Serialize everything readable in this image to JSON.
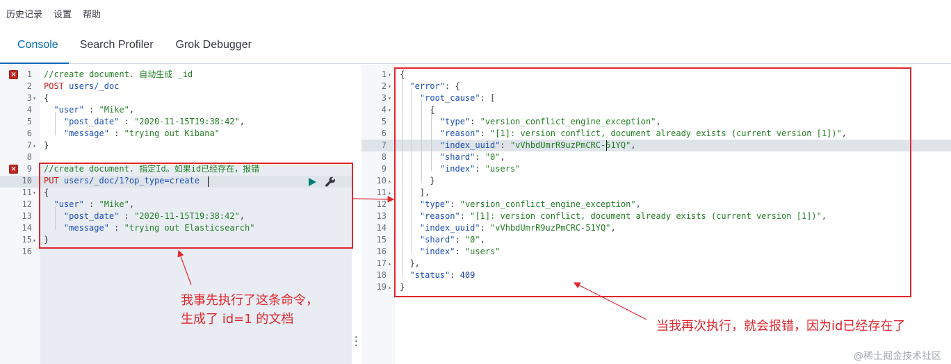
{
  "menu": [
    "历史记录",
    "设置",
    "帮助"
  ],
  "tabs": [
    "Console",
    "Search Profiler",
    "Grok Debugger"
  ],
  "request_lines": [
    {
      "num": "1",
      "fold": "",
      "err": true,
      "parts": [
        [
          "c-comment",
          "//create document. 自动生成 _id"
        ]
      ]
    },
    {
      "num": "2",
      "fold": "",
      "err": false,
      "parts": [
        [
          "c-method",
          "POST"
        ],
        [
          "c-pun",
          " "
        ],
        [
          "c-url",
          "users/_doc"
        ]
      ]
    },
    {
      "num": "3",
      "fold": "▾",
      "err": false,
      "parts": [
        [
          "c-pun",
          "{"
        ]
      ]
    },
    {
      "num": "4",
      "fold": "",
      "err": false,
      "parts": [
        [
          "c-pun",
          "  "
        ],
        [
          "c-key",
          "\"user\""
        ],
        [
          "c-pun",
          " : "
        ],
        [
          "c-str",
          "\"Mike\""
        ],
        [
          "c-pun",
          ","
        ]
      ]
    },
    {
      "num": "5",
      "fold": "",
      "err": false,
      "parts": [
        [
          "c-pun",
          "    "
        ],
        [
          "c-key",
          "\"post_date\""
        ],
        [
          "c-pun",
          " : "
        ],
        [
          "c-str",
          "\"2020-11-15T19:38:42\""
        ],
        [
          "c-pun",
          ","
        ]
      ]
    },
    {
      "num": "6",
      "fold": "",
      "err": false,
      "parts": [
        [
          "c-pun",
          "    "
        ],
        [
          "c-key",
          "\"message\""
        ],
        [
          "c-pun",
          " : "
        ],
        [
          "c-str",
          "\"trying out Kibana\""
        ]
      ]
    },
    {
      "num": "7",
      "fold": "▴",
      "err": false,
      "parts": [
        [
          "c-pun",
          "}"
        ]
      ]
    },
    {
      "num": "8",
      "fold": "",
      "err": false,
      "parts": []
    },
    {
      "num": "9",
      "fold": "",
      "err": true,
      "parts": [
        [
          "c-comment",
          "//create document. 指定Id。如果id已经存在，报错"
        ]
      ]
    },
    {
      "num": "10",
      "fold": "",
      "err": false,
      "parts": [
        [
          "c-method",
          "PUT"
        ],
        [
          "c-pun",
          " "
        ],
        [
          "c-url",
          "users/_doc/1?op_type=create"
        ]
      ]
    },
    {
      "num": "11",
      "fold": "▾",
      "err": false,
      "parts": [
        [
          "c-pun",
          "{"
        ]
      ]
    },
    {
      "num": "12",
      "fold": "",
      "err": false,
      "parts": [
        [
          "c-pun",
          "  "
        ],
        [
          "c-key",
          "\"user\""
        ],
        [
          "c-pun",
          " : "
        ],
        [
          "c-str",
          "\"Mike\""
        ],
        [
          "c-pun",
          ","
        ]
      ]
    },
    {
      "num": "13",
      "fold": "",
      "err": false,
      "parts": [
        [
          "c-pun",
          "    "
        ],
        [
          "c-key",
          "\"post_date\""
        ],
        [
          "c-pun",
          " : "
        ],
        [
          "c-str",
          "\"2020-11-15T19:38:42\""
        ],
        [
          "c-pun",
          ","
        ]
      ]
    },
    {
      "num": "14",
      "fold": "",
      "err": false,
      "parts": [
        [
          "c-pun",
          "    "
        ],
        [
          "c-key",
          "\"message\""
        ],
        [
          "c-pun",
          " : "
        ],
        [
          "c-str",
          "\"trying out Elasticsearch\""
        ]
      ]
    },
    {
      "num": "15",
      "fold": "▴",
      "err": false,
      "parts": [
        [
          "c-pun",
          "}"
        ]
      ]
    },
    {
      "num": "16",
      "fold": "",
      "err": false,
      "parts": []
    }
  ],
  "response_lines": [
    {
      "num": "1",
      "fold": "▾",
      "parts": [
        [
          "c-pun",
          "{"
        ]
      ]
    },
    {
      "num": "2",
      "fold": "▾",
      "parts": [
        [
          "c-pun",
          "  "
        ],
        [
          "c-key",
          "\"error\""
        ],
        [
          "c-pun",
          ": {"
        ]
      ]
    },
    {
      "num": "3",
      "fold": "▾",
      "parts": [
        [
          "c-pun",
          "    "
        ],
        [
          "c-key",
          "\"root_cause\""
        ],
        [
          "c-pun",
          ": ["
        ]
      ]
    },
    {
      "num": "4",
      "fold": "▾",
      "parts": [
        [
          "c-pun",
          "      {"
        ]
      ]
    },
    {
      "num": "5",
      "fold": "",
      "parts": [
        [
          "c-pun",
          "        "
        ],
        [
          "c-key",
          "\"type\""
        ],
        [
          "c-pun",
          ": "
        ],
        [
          "c-str",
          "\"version_conflict_engine_exception\""
        ],
        [
          "c-pun",
          ","
        ]
      ]
    },
    {
      "num": "6",
      "fold": "",
      "parts": [
        [
          "c-pun",
          "        "
        ],
        [
          "c-key",
          "\"reason\""
        ],
        [
          "c-pun",
          ": "
        ],
        [
          "c-str",
          "\"[1]: version conflict, document already exists (current version [1])\""
        ],
        [
          "c-pun",
          ","
        ]
      ]
    },
    {
      "num": "7",
      "fold": "",
      "parts": [
        [
          "c-pun",
          "        "
        ],
        [
          "c-key",
          "\"index_uuid\""
        ],
        [
          "c-pun",
          ": "
        ],
        [
          "c-str",
          "\"vVhbdUmrR9uzPmCRC-51YQ\""
        ],
        [
          "c-pun",
          ","
        ]
      ]
    },
    {
      "num": "8",
      "fold": "",
      "parts": [
        [
          "c-pun",
          "        "
        ],
        [
          "c-key",
          "\"shard\""
        ],
        [
          "c-pun",
          ": "
        ],
        [
          "c-str",
          "\"0\""
        ],
        [
          "c-pun",
          ","
        ]
      ]
    },
    {
      "num": "9",
      "fold": "",
      "parts": [
        [
          "c-pun",
          "        "
        ],
        [
          "c-key",
          "\"index\""
        ],
        [
          "c-pun",
          ": "
        ],
        [
          "c-str",
          "\"users\""
        ]
      ]
    },
    {
      "num": "10",
      "fold": "▴",
      "parts": [
        [
          "c-pun",
          "      }"
        ]
      ]
    },
    {
      "num": "11",
      "fold": "▴",
      "parts": [
        [
          "c-pun",
          "    ],"
        ]
      ]
    },
    {
      "num": "12",
      "fold": "",
      "parts": [
        [
          "c-pun",
          "    "
        ],
        [
          "c-key",
          "\"type\""
        ],
        [
          "c-pun",
          ": "
        ],
        [
          "c-str",
          "\"version_conflict_engine_exception\""
        ],
        [
          "c-pun",
          ","
        ]
      ]
    },
    {
      "num": "13",
      "fold": "",
      "parts": [
        [
          "c-pun",
          "    "
        ],
        [
          "c-key",
          "\"reason\""
        ],
        [
          "c-pun",
          ": "
        ],
        [
          "c-str",
          "\"[1]: version conflict, document already exists (current version [1])\""
        ],
        [
          "c-pun",
          ","
        ]
      ]
    },
    {
      "num": "14",
      "fold": "",
      "parts": [
        [
          "c-pun",
          "    "
        ],
        [
          "c-key",
          "\"index_uuid\""
        ],
        [
          "c-pun",
          ": "
        ],
        [
          "c-str",
          "\"vVhbdUmrR9uzPmCRC-51YQ\""
        ],
        [
          "c-pun",
          ","
        ]
      ]
    },
    {
      "num": "15",
      "fold": "",
      "parts": [
        [
          "c-pun",
          "    "
        ],
        [
          "c-key",
          "\"shard\""
        ],
        [
          "c-pun",
          ": "
        ],
        [
          "c-str",
          "\"0\""
        ],
        [
          "c-pun",
          ","
        ]
      ]
    },
    {
      "num": "16",
      "fold": "",
      "parts": [
        [
          "c-pun",
          "    "
        ],
        [
          "c-key",
          "\"index\""
        ],
        [
          "c-pun",
          ": "
        ],
        [
          "c-str",
          "\"users\""
        ]
      ]
    },
    {
      "num": "17",
      "fold": "▴",
      "parts": [
        [
          "c-pun",
          "  },"
        ]
      ]
    },
    {
      "num": "18",
      "fold": "",
      "parts": [
        [
          "c-pun",
          "  "
        ],
        [
          "c-key",
          "\"status\""
        ],
        [
          "c-pun",
          ": "
        ],
        [
          "c-num",
          "409"
        ]
      ]
    },
    {
      "num": "19",
      "fold": "▴",
      "parts": [
        [
          "c-pun",
          "}"
        ]
      ]
    }
  ],
  "annotations": {
    "left_line1": "我事先执行了这条命令，",
    "left_line2": "生成了 id=1 的文档",
    "right": "当我再次执行，就会报错，因为id已经存在了"
  },
  "watermark": "@稀土掘金技术社区",
  "colors": {
    "accent": "#006bb8",
    "annotation_red": "#e0262d",
    "run": "#017d73"
  },
  "icons": {
    "error": "error-x-icon",
    "run": "play-icon",
    "settings": "wrench-icon"
  }
}
